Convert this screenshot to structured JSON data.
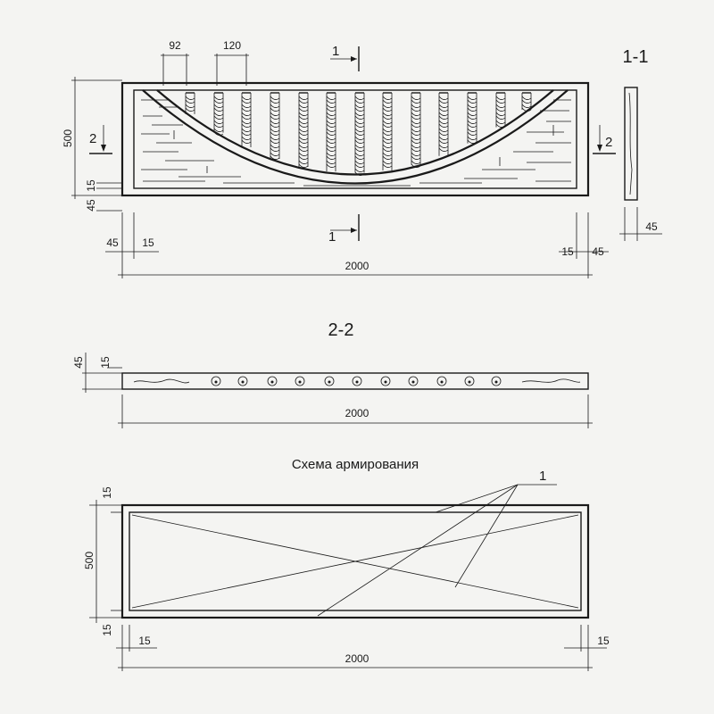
{
  "drawing": {
    "section_1_1": "1-1",
    "section_2_2": "2-2",
    "reinforcement_title": "Схема армирования",
    "callout_1": "1",
    "cut_marker_1": "1",
    "cut_marker_2": "2"
  },
  "dimensions": {
    "baluster_spacing": "92",
    "baluster_pitch": "120",
    "height": "500",
    "length": "2000",
    "edge_15": "15",
    "edge_45": "45"
  }
}
